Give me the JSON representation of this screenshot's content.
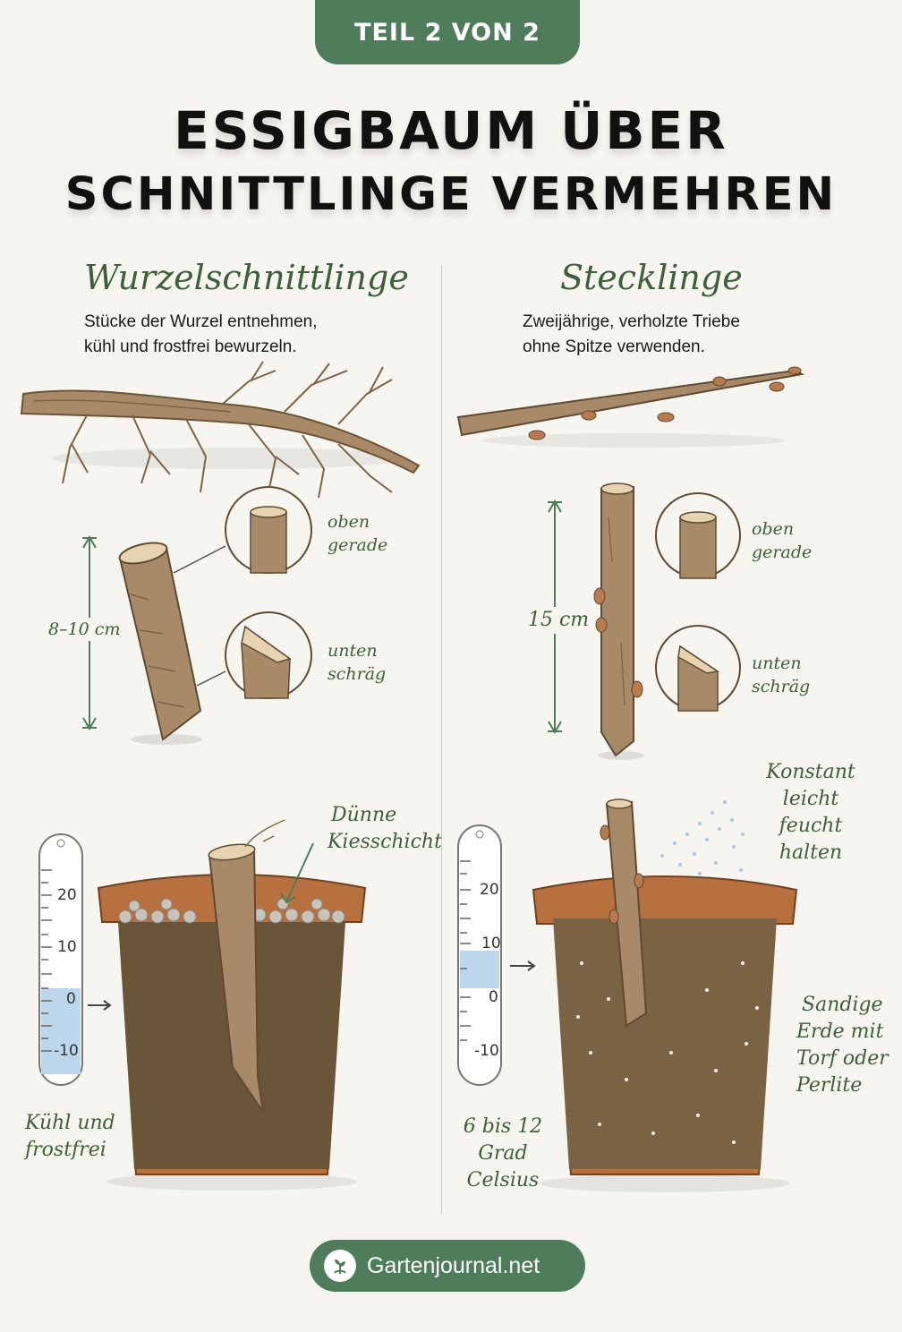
{
  "header": {
    "badge": "TEIL 2 VON 2",
    "title_line1": "ESSIGBAUM ÜBER",
    "title_line2": "SCHNITTLINGE VERMEHREN"
  },
  "left": {
    "title": "Wurzelschnittlinge",
    "desc_line1": "Stücke der Wurzel entnehmen,",
    "desc_line2": "kühl und frostfrei bewurzeln.",
    "length": "8–10 cm",
    "top_cut_l1": "oben",
    "top_cut_l2": "gerade",
    "bottom_cut_l1": "unten",
    "bottom_cut_l2": "schräg",
    "gravel_l1": "Dünne",
    "gravel_l2": "Kiesschicht",
    "therm_ticks": [
      "20",
      "10",
      "0",
      "-10"
    ],
    "temp_l1": "Kühl und",
    "temp_l2": "frostfrei"
  },
  "right": {
    "title": "Stecklinge",
    "desc_line1": "Zweijährige, verholzte Triebe",
    "desc_line2": "ohne Spitze verwenden.",
    "length": "15 cm",
    "top_cut_l1": "oben",
    "top_cut_l2": "gerade",
    "bottom_cut_l1": "unten",
    "bottom_cut_l2": "schräg",
    "moist_l1": "Konstant",
    "moist_l2": "leicht feucht",
    "moist_l3": "halten",
    "therm_ticks": [
      "20",
      "10",
      "0",
      "-10"
    ],
    "temp_l1": "6 bis 12",
    "temp_l2": "Grad Celsius",
    "soil_l1": "Sandige",
    "soil_l2": "Erde mit",
    "soil_l3": "Torf oder",
    "soil_l4": "Perlite"
  },
  "footer": {
    "brand": "Gartenjournal.net",
    "logo_icon": "sprout-icon"
  },
  "colors": {
    "brand_green": "#4f7d5c",
    "label_green": "#3e5f3a",
    "wood": "#a88a68",
    "pot": "#b8703f",
    "soil": "#6b5539",
    "thermo_fill": "#bcd6ec"
  }
}
